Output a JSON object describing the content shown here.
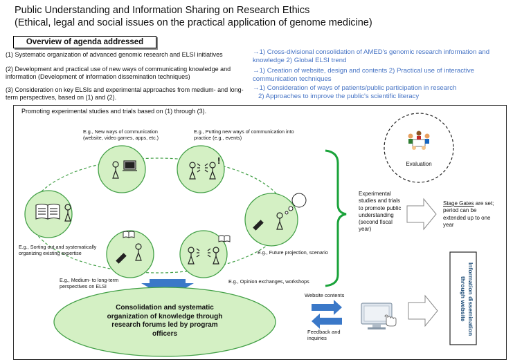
{
  "title": {
    "line1": "Public Understanding and Information Sharing on Research Ethics",
    "line2": "(Ethical, legal and social issues on the practical application of genome medicine)"
  },
  "overview": {
    "heading": "Overview of agenda addressed",
    "items": [
      "(1) Systematic organization of advanced genomic research and ELSI initiatives",
      "(2) Development and practical use of new ways of communicating knowledge and information (Development of information dissemination techniques)",
      "(3) Consideration on key ELSIs and experimental approaches from medium- and long-term perspectives, based on (1) and (2)."
    ],
    "responses": [
      "→1) Cross-divisional consolidation of AMED's genomic research information and knowledge 2) Global ELSI trend",
      "→1) Creation of website, design and contents 2) Practical use of interactive communication techniques",
      "→1) Consideration of ways of patients/public participation in research",
      "2) Approaches to improve the public's scientific literacy"
    ]
  },
  "diagram": {
    "header": "Promoting experimental studies and trials based on (1) through (3).",
    "examples": {
      "communication": "E.g., New ways of communication (website, video games, apps, etc.)",
      "practice": "E.g., Putting new ways of communication into practice (e.g., events)",
      "expertise": "E.g., Sorting out and systematically organizing existing expertise",
      "future": "E.g., Future projection, scenario",
      "elsi": "E.g., Medium- to long-term perspectives on ELSI",
      "opinion": "E.g., Opinion exchanges, workshops"
    },
    "experimental": "Experimental studies and trials to promote public understanding (second fiscal year)",
    "evaluation": "Evaluation",
    "stage_gates_link": "Stage Gates",
    "stage_gates_rest": " are set; period can be extended up to one year",
    "consolidation": "Consolidation and systematic organization of knowledge through research forums led by program officers",
    "website_contents": "Website contents",
    "feedback": "Feedback and inquiries",
    "info_dissemination": "Information dissemination through website"
  },
  "colors": {
    "circle_fill": "#d4f0c4",
    "circle_stroke": "#43a047",
    "big_arrow": "#3a78c8",
    "text_blue": "#4472c4",
    "brace": "#1aa33a",
    "vertical_text": "#1f4e79"
  }
}
